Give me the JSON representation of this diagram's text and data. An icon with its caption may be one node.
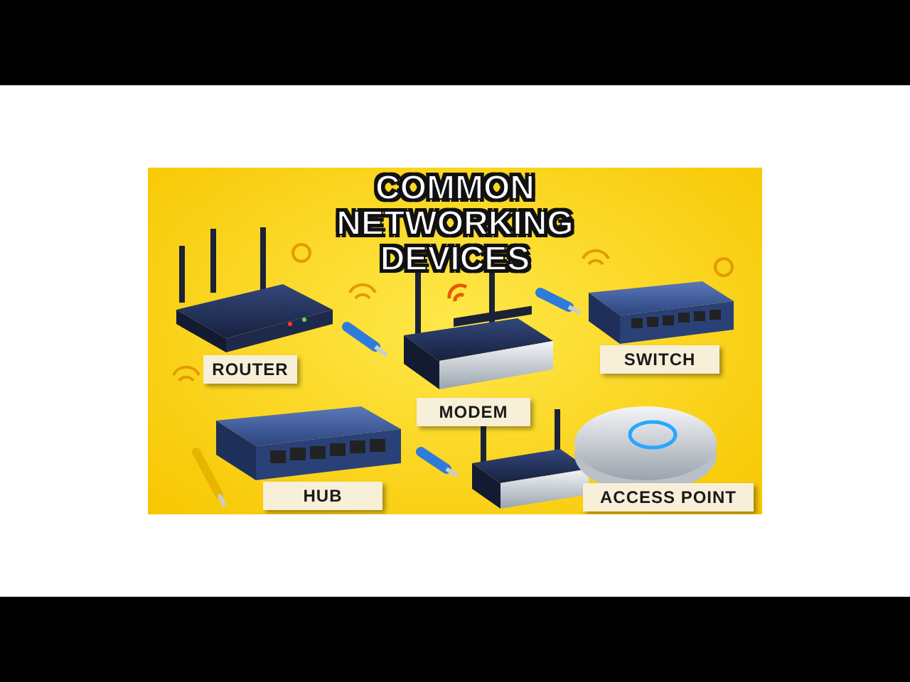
{
  "diagram": {
    "title": "COMMON NETWORKING DEVICES",
    "nodes": [
      {
        "text": [
          "ROUTER"
        ]
      },
      {
        "text": [
          "MODEM"
        ]
      },
      {
        "text": [
          "SWITCH"
        ]
      },
      {
        "text": [
          "HUB"
        ]
      },
      {
        "text": [
          "ACCESS POINT"
        ]
      }
    ]
  }
}
